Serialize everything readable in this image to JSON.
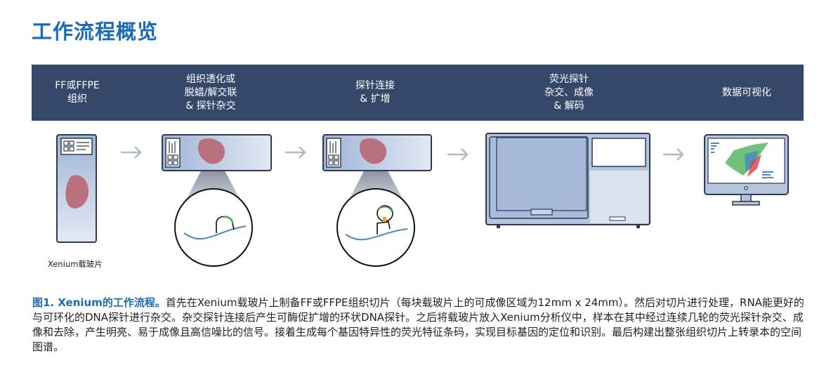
{
  "title": "工作流程概览",
  "steps": [
    {
      "label": "FF或FFPE\n组织"
    },
    {
      "label": "组织透化或\n脱蜡/解交联\n& 探针杂交"
    },
    {
      "label": "探针连接\n& 扩增"
    },
    {
      "label": "荧光探针\n杂交、成像\n& 解码"
    },
    {
      "label": "数据可视化"
    }
  ],
  "slide_label": "Xenium载玻片",
  "caption": {
    "lead": "图1. Xenium的工作流程。",
    "body": "首先在Xenium载玻片上制备FF或FFPE组织切片（每块载玻片上的可成像区域为12mm x 24mm）。然后对切片进行处理，RNA能更好的与可环化的DNA探针进行杂交。杂交探针连接后产生可酶促扩增的环状DNA探针。之后将载玻片放入Xenium分析仪中，样本在其中经过连续几轮的荧光探针杂交、成像和去除，产生明亮、易于成像且高信噪比的信号。接着生成每个基因特异性的荧光特征条码，实现目标基因的定位和识别。最后构建出整张组织切片上转录本的空间图谱。"
  },
  "colors": {
    "brand": "#1a6db3",
    "band": "#34496a",
    "tissue": "#b9707f",
    "probe": "#3fae49",
    "rna": "#4a86c8",
    "amplify": "#f5a623"
  }
}
